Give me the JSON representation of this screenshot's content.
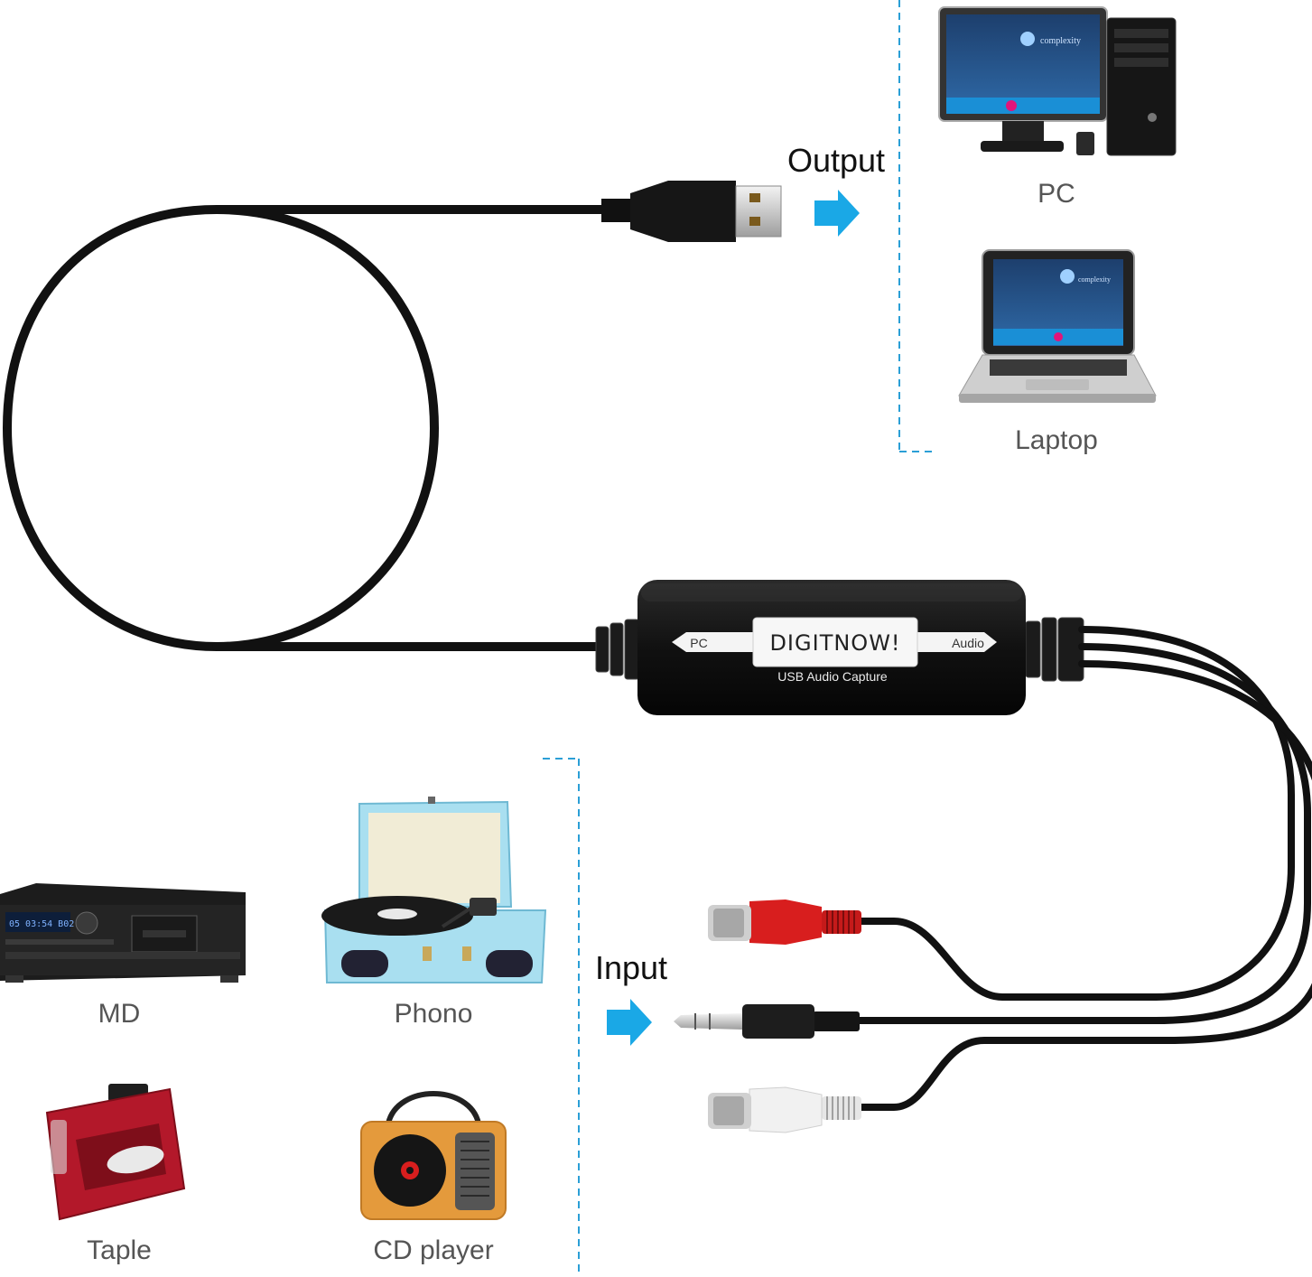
{
  "output_section": {
    "heading": "Output",
    "devices": [
      {
        "label": "PC",
        "icon": "desktop-pc-icon"
      },
      {
        "label": "Laptop",
        "icon": "laptop-icon"
      }
    ]
  },
  "input_section": {
    "heading": "Input",
    "devices": [
      {
        "label": "MD",
        "icon": "md-deck-icon"
      },
      {
        "label": "Phono",
        "icon": "turntable-icon"
      },
      {
        "label": "Taple",
        "icon": "cassette-player-icon"
      },
      {
        "label": "CD player",
        "icon": "cd-player-icon"
      }
    ]
  },
  "capture_box": {
    "brand": "DIGITNOW!",
    "product": "USB Audio Capture",
    "left_tag": "PC",
    "right_tag": "Audio"
  },
  "screen_logo": "complexity",
  "colors": {
    "arrow": "#1aa8e6",
    "divider": "#2b9fd6",
    "cable": "#111111",
    "rca_red": "#d81e1e",
    "rca_white": "#eeeeee",
    "turntable_case": "#a9dff0",
    "tape_red": "#b3182a",
    "cd_wood": "#e49a3c"
  }
}
